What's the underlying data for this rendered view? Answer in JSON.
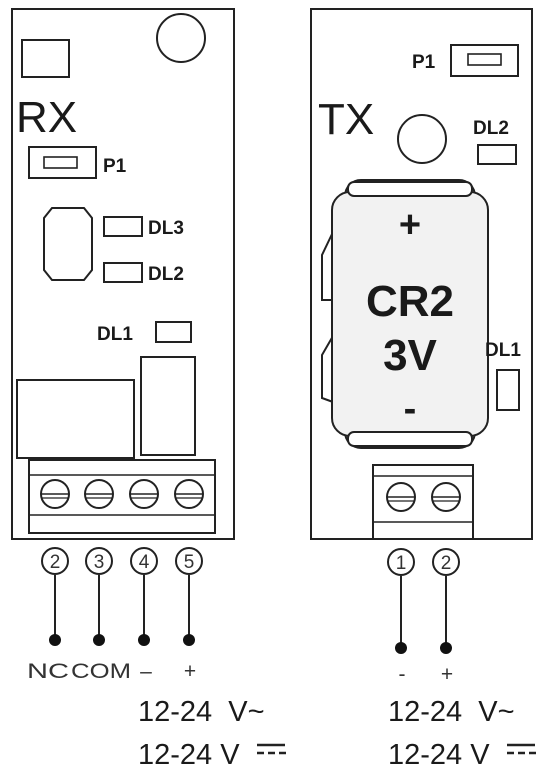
{
  "rx": {
    "title": "RX",
    "jumper": "P1",
    "leds": [
      "DL3",
      "DL2",
      "DL1"
    ],
    "terminals": [
      {
        "num": "2",
        "label": "NC"
      },
      {
        "num": "3",
        "label": "COM"
      },
      {
        "num": "4",
        "label": "–"
      },
      {
        "num": "5",
        "label": "+"
      }
    ],
    "supply_ac": "12-24  V~",
    "supply_dc": "12-24 V"
  },
  "tx": {
    "title": "TX",
    "jumper": "P1",
    "leds": [
      "DL2",
      "DL1"
    ],
    "battery": {
      "model": "CR2",
      "voltage": "3V",
      "plus": "+",
      "minus": "-"
    },
    "terminals": [
      {
        "num": "1",
        "label": "-"
      },
      {
        "num": "2",
        "label": "+"
      }
    ],
    "supply_ac": "12-24  V~",
    "supply_dc": "12-24 V"
  },
  "colors": {
    "line": "#222222",
    "fill": "#ffffff",
    "battery": "#f2f2f2"
  }
}
